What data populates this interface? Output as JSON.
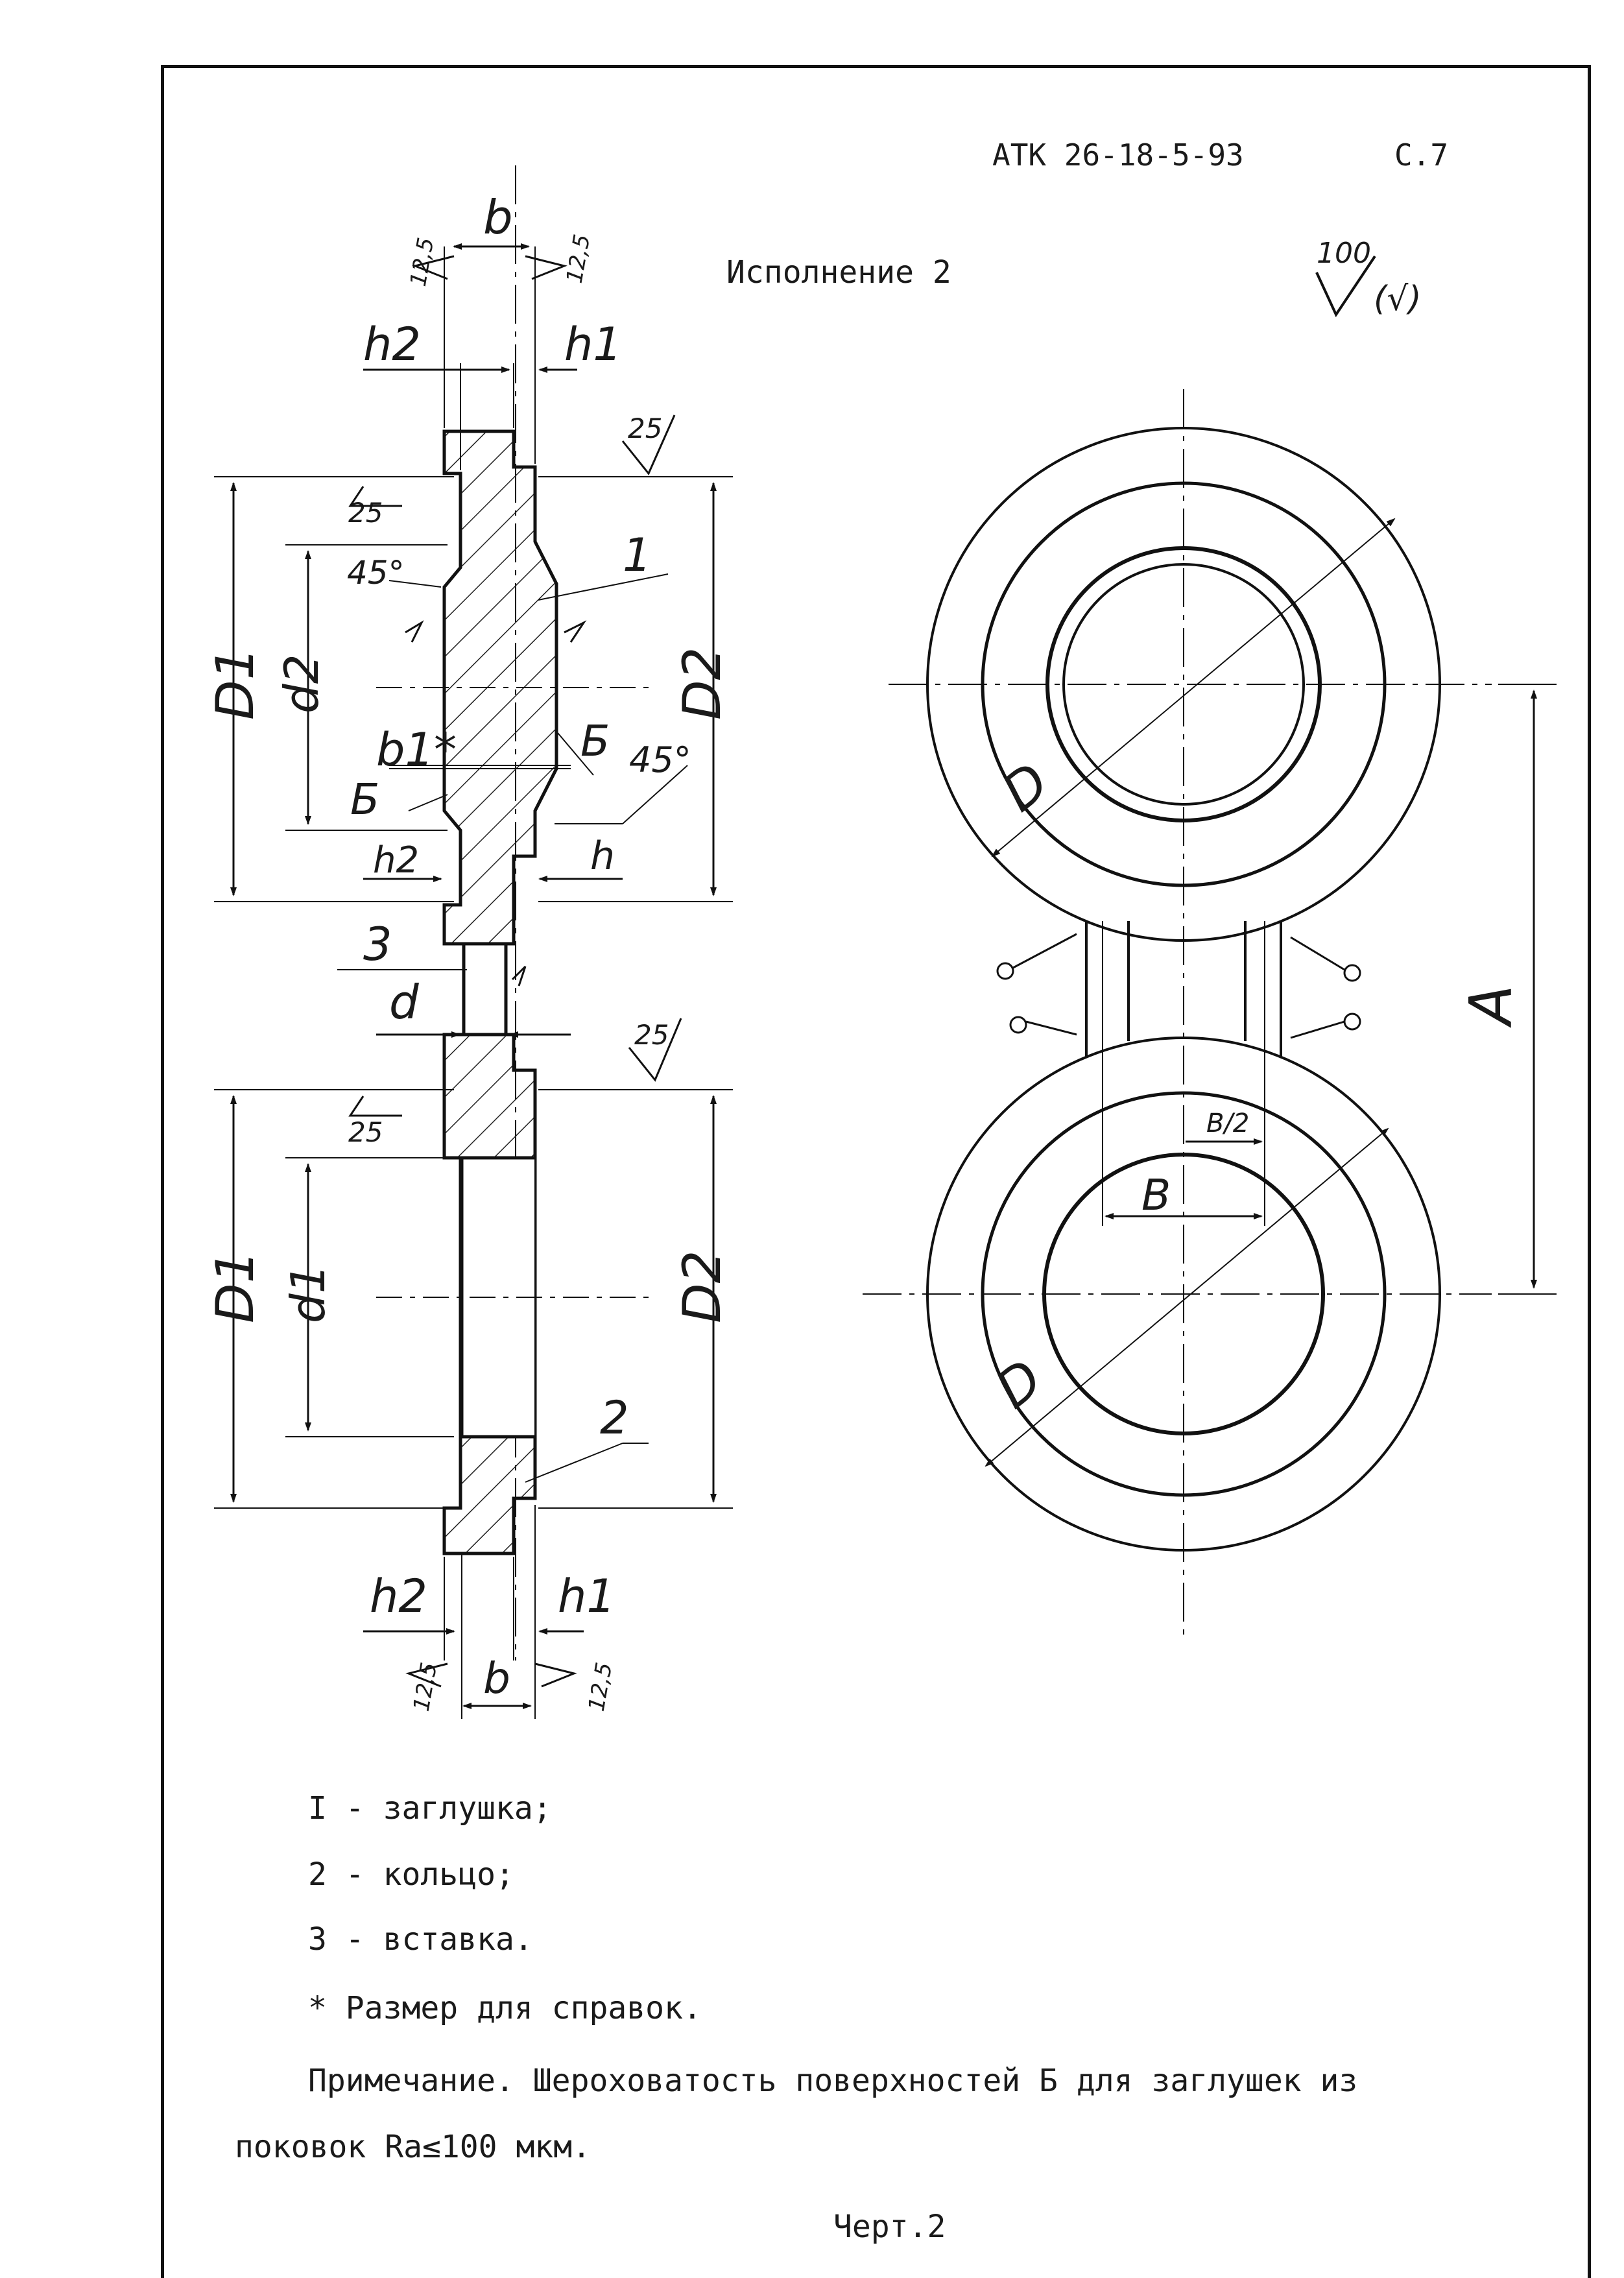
{
  "header": {
    "doc_code": "АТК 26-18-5-93",
    "page": "С.7"
  },
  "title": "Исполнение 2",
  "roughness_general": {
    "value": "100",
    "bracket": "(√)"
  },
  "labels": {
    "b": "b",
    "h1": "h1",
    "h2": "h2",
    "h": "h",
    "D1": "D1",
    "D2": "D2",
    "d1": "d1",
    "d2": "d2",
    "d": "d",
    "b1": "b1*",
    "B_surface": "Б",
    "angle": "45°",
    "D": "D",
    "A": "A",
    "B": "B",
    "B_half": "B/2",
    "part1": "1",
    "part2": "2",
    "part3": "3",
    "r125": "12,5",
    "r25": "25"
  },
  "legend": [
    {
      "text": "I - заглушка;"
    },
    {
      "text": "2 - кольцо;"
    },
    {
      "text": "3 - вставка."
    }
  ],
  "footnote": "* Размер для справок.",
  "note": {
    "line1": "Примечание. Шероховатость поверхностей Б для заглушек из",
    "line2": "поковок Ra≤100 мкм."
  },
  "caption": "Черт.2"
}
